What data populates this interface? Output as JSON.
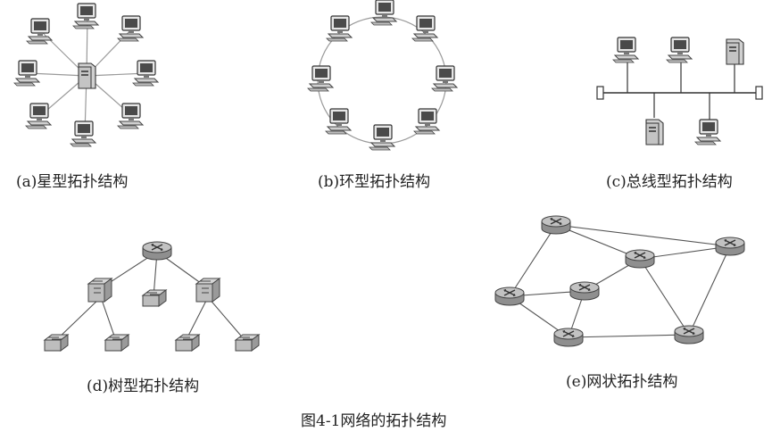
{
  "captions": {
    "a": "(a)星型拓扑结构",
    "b": "(b)环型拓扑结构",
    "c": "(c)总线型拓扑结构",
    "d": "(d)树型拓扑结构",
    "e": "(e)网状拓扑结构"
  },
  "figure_caption": "图4-1网络的拓扑结构",
  "icons": {
    "computer": "computer-icon",
    "server": "server-icon",
    "router": "router-icon",
    "switch": "switch-icon",
    "terminator": "bus-terminator-icon"
  },
  "colors": {
    "link": "#9a9a9a",
    "device_dark": "#3a3a3a",
    "device_light": "#d9d9d9",
    "router_top": "#b8b8b8",
    "router_side": "#8a8a8a"
  }
}
